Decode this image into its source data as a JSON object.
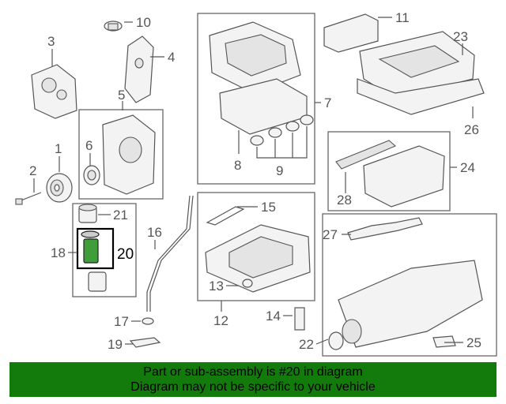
{
  "callouts": {
    "c1": "1",
    "c2": "2",
    "c3": "3",
    "c4": "4",
    "c5": "5",
    "c6": "6",
    "c7": "7",
    "c8": "8",
    "c9": "9",
    "c10": "10",
    "c11": "11",
    "c12": "12",
    "c13": "13",
    "c14": "14",
    "c15": "15",
    "c16": "16",
    "c17": "17",
    "c18": "18",
    "c19": "19",
    "c20": "20",
    "c21": "21",
    "c22": "22",
    "c23": "23",
    "c24": "24",
    "c25": "25",
    "c26": "26",
    "c27": "27",
    "c28": "28"
  },
  "selected_part": "20",
  "highlight_color": "#137a0c",
  "banner": {
    "line1": "Part or sub-assembly is #20 in diagram",
    "line2": "Diagram may not be specific to your vehicle"
  }
}
